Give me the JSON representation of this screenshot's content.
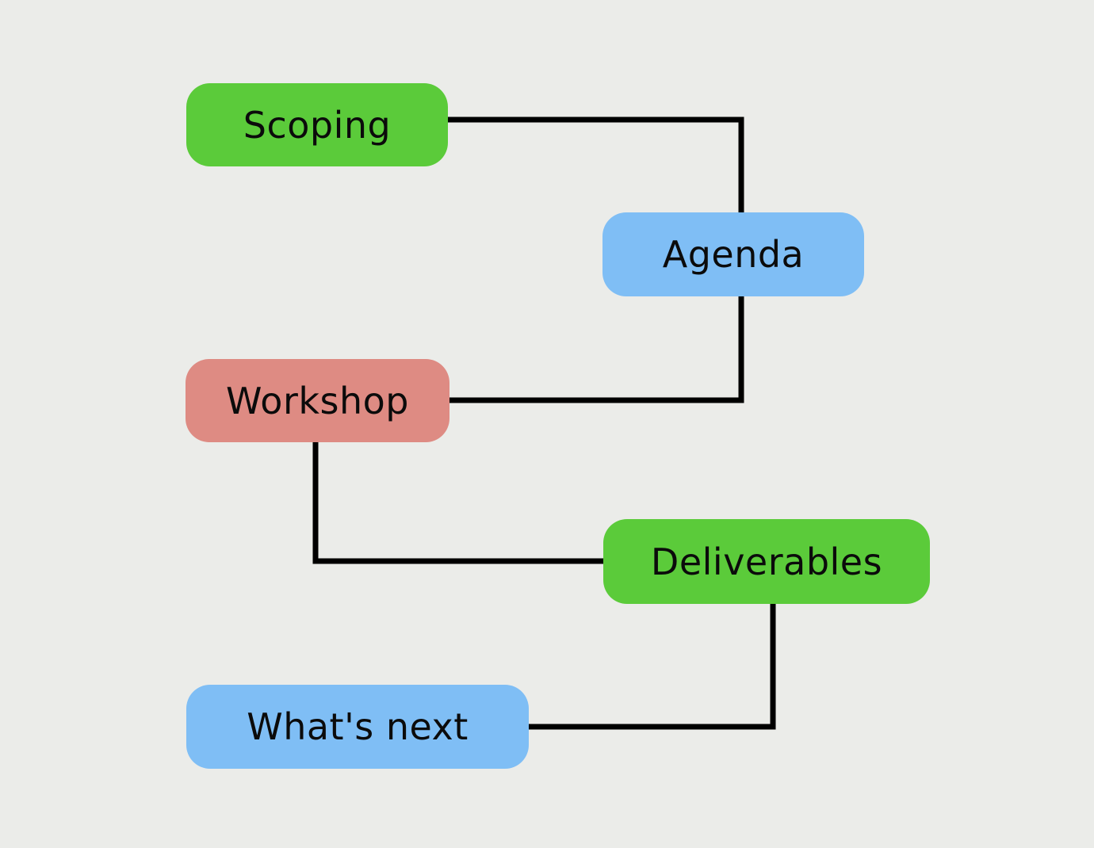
{
  "diagram": {
    "background_color": "#ebece9",
    "connector_color": "#000000",
    "node_colors": {
      "green": "#5bcb3a",
      "blue": "#7fbef5",
      "salmon": "#de8b83"
    },
    "nodes": [
      {
        "id": "scoping",
        "label": "Scoping",
        "color": "#5bcb3a"
      },
      {
        "id": "agenda",
        "label": "Agenda",
        "color": "#7fbef5"
      },
      {
        "id": "workshop",
        "label": "Workshop",
        "color": "#de8b83"
      },
      {
        "id": "deliverables",
        "label": "Deliverables",
        "color": "#5bcb3a"
      },
      {
        "id": "whats-next",
        "label": "What's next",
        "color": "#7fbef5"
      }
    ],
    "edges": [
      {
        "from": "scoping",
        "to": "agenda"
      },
      {
        "from": "agenda",
        "to": "workshop"
      },
      {
        "from": "workshop",
        "to": "deliverables"
      },
      {
        "from": "deliverables",
        "to": "whats-next"
      }
    ]
  }
}
